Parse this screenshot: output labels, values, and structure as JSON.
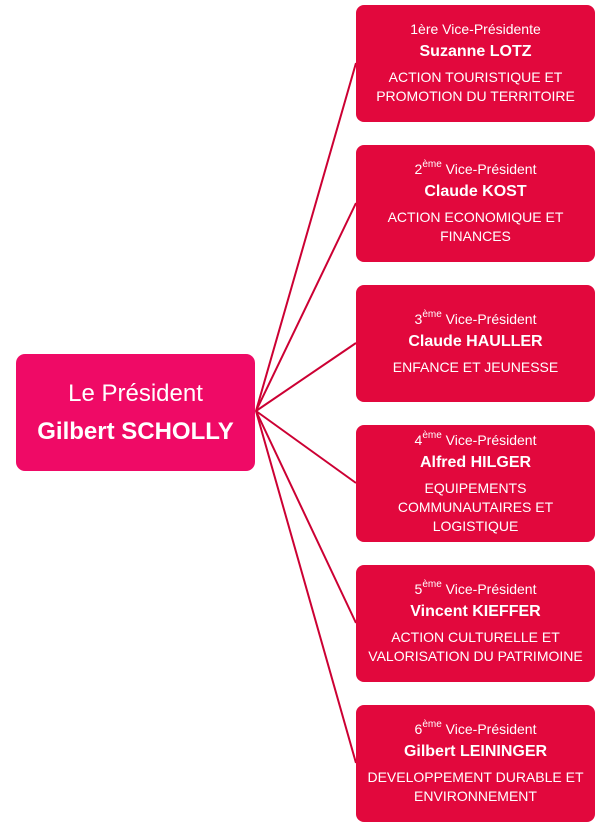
{
  "colors": {
    "president_fill": "#ef0a66",
    "vp_fill": "#e2083d",
    "connector": "#cc0033"
  },
  "president": {
    "role": "Le Président",
    "name": "Gilbert SCHOLLY"
  },
  "vice_presidents": [
    {
      "rank_num": "1ère",
      "rank_sup": "",
      "rank_title": " Vice-Présidente",
      "name": "Suzanne LOTZ",
      "function": "ACTION TOURISTIQUE ET PROMOTION DU TERRITOIRE"
    },
    {
      "rank_num": "2",
      "rank_sup": "ème",
      "rank_title": " Vice-Président",
      "name": "Claude KOST",
      "function": "ACTION ECONOMIQUE ET FINANCES"
    },
    {
      "rank_num": "3",
      "rank_sup": "ème",
      "rank_title": " Vice-Président",
      "name": "Claude HAULLER",
      "function": "ENFANCE ET JEUNESSE"
    },
    {
      "rank_num": "4",
      "rank_sup": "ème",
      "rank_title": " Vice-Président",
      "name": "Alfred HILGER",
      "function": "EQUIPEMENTS COMMUNAUTAIRES ET LOGISTIQUE"
    },
    {
      "rank_num": "5",
      "rank_sup": "ème",
      "rank_title": " Vice-Président",
      "name": "Vincent KIEFFER",
      "function": "ACTION CULTURELLE ET VALORISATION DU PATRIMOINE"
    },
    {
      "rank_num": "6",
      "rank_sup": "ème",
      "rank_title": " Vice-Président",
      "name": "Gilbert LEININGER",
      "function": "DEVELOPPEMENT DURABLE ET ENVIRONNEMENT"
    }
  ]
}
